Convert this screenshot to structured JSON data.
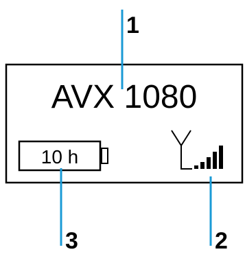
{
  "colors": {
    "callout_line": "#1a9ad6",
    "display_frame": "#000000",
    "text": "#000000"
  },
  "display": {
    "model_name": "AVX 1080",
    "battery": {
      "runtime_label": "10 h",
      "icon": "battery-icon"
    },
    "signal": {
      "icon": "antenna-signal-icon",
      "bar_count": 5
    }
  },
  "callouts": [
    {
      "number": "1",
      "target": "model_name"
    },
    {
      "number": "2",
      "target": "signal"
    },
    {
      "number": "3",
      "target": "battery"
    }
  ]
}
